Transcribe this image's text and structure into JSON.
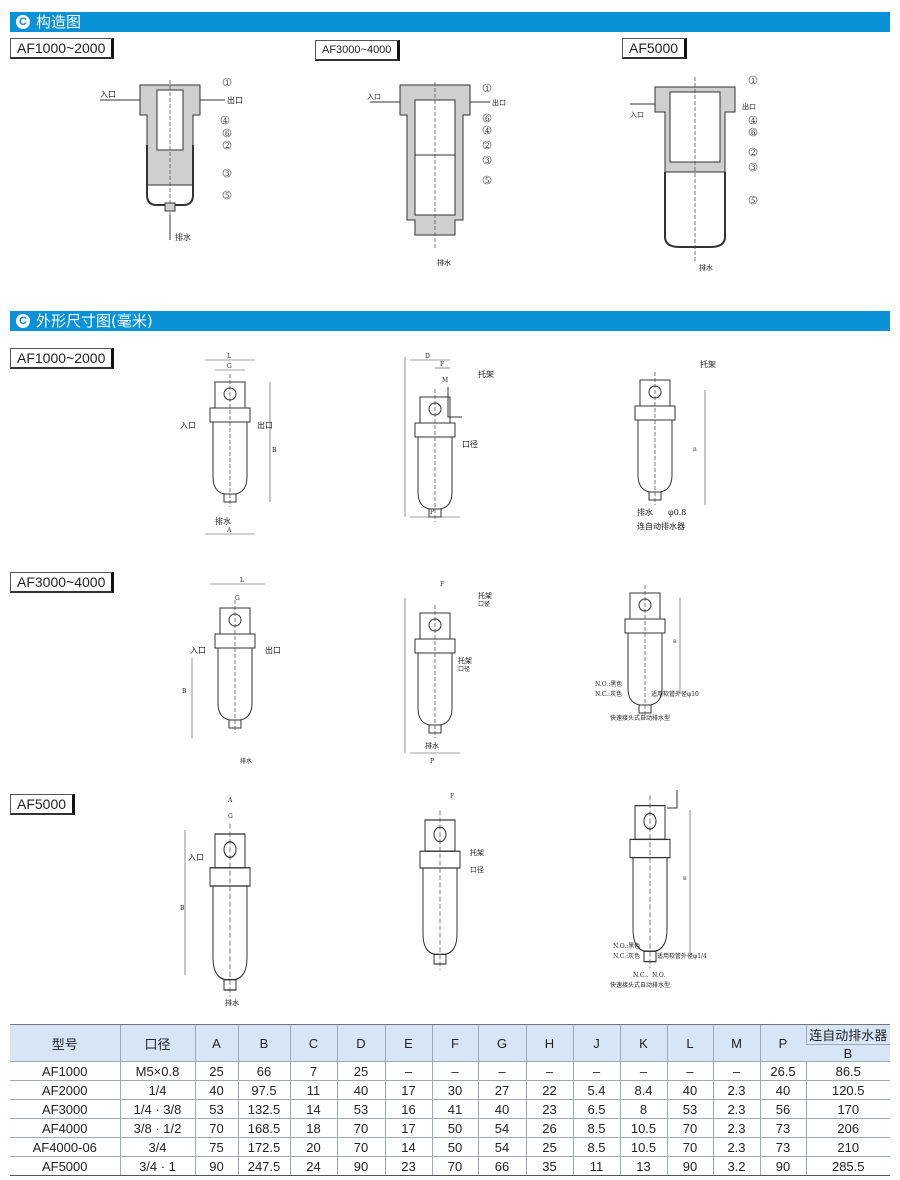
{
  "sections": {
    "structure": {
      "icon": "C",
      "title": "构造图"
    },
    "dimensions": {
      "icon": "C",
      "title": "外形尺寸图(毫米)"
    }
  },
  "structure_models": [
    "AF1000~2000",
    "AF3000~4000",
    "AF5000"
  ],
  "dimension_models": [
    "AF1000~2000",
    "AF3000~4000",
    "AF5000"
  ],
  "labels": {
    "inlet": "入口",
    "outlet": "出口",
    "drain": "排水",
    "bracket": "托架",
    "port": "口径",
    "auto_drain": "连自动排水器",
    "quick_drain": "快速接头式自动排水型",
    "no_black": "N.O.:黑色",
    "nc_gray": "N.C.:灰色",
    "hose_10": "适用软管外径φ10",
    "hose_14": "适用软管外径φ1/4",
    "nc_no": "N.C.、N.O.",
    "phi08": "φ0.8",
    "part_numbers": [
      "1",
      "2",
      "3",
      "4",
      "5",
      "6"
    ],
    "dims": {
      "A": "A",
      "B": "B",
      "C": "C",
      "D": "D",
      "F": "F",
      "G": "G",
      "H": "H",
      "J": "J",
      "K": "K",
      "L": "L",
      "M": "M",
      "P": "P"
    }
  },
  "table": {
    "headers": [
      "型号",
      "口径",
      "A",
      "B",
      "C",
      "D",
      "E",
      "F",
      "G",
      "H",
      "J",
      "K",
      "L",
      "M",
      "P"
    ],
    "auto_drain_header": "连自动排水器",
    "auto_drain_sub": "B",
    "rows": [
      [
        "AF1000",
        "M5×0.8",
        "25",
        "66",
        "7",
        "25",
        "–",
        "–",
        "–",
        "–",
        "–",
        "–",
        "–",
        "–",
        "26.5",
        "86.5"
      ],
      [
        "AF2000",
        "1/4",
        "40",
        "97.5",
        "11",
        "40",
        "17",
        "30",
        "27",
        "22",
        "5.4",
        "8.4",
        "40",
        "2.3",
        "40",
        "120.5"
      ],
      [
        "AF3000",
        "1/4 · 3/8",
        "53",
        "132.5",
        "14",
        "53",
        "16",
        "41",
        "40",
        "23",
        "6.5",
        "8",
        "53",
        "2.3",
        "56",
        "170"
      ],
      [
        "AF4000",
        "3/8 · 1/2",
        "70",
        "168.5",
        "18",
        "70",
        "17",
        "50",
        "54",
        "26",
        "8.5",
        "10.5",
        "70",
        "2.3",
        "73",
        "206"
      ],
      [
        "AF4000-06",
        "3/4",
        "75",
        "172.5",
        "20",
        "70",
        "14",
        "50",
        "54",
        "25",
        "8.5",
        "10.5",
        "70",
        "2.3",
        "73",
        "210"
      ],
      [
        "AF5000",
        "3/4 · 1",
        "90",
        "247.5",
        "24",
        "90",
        "23",
        "70",
        "66",
        "35",
        "11",
        "13",
        "90",
        "3.2",
        "90",
        "285.5"
      ]
    ]
  },
  "colors": {
    "section_bar": "#0a92d9",
    "table_header": "#d6e6f6"
  }
}
